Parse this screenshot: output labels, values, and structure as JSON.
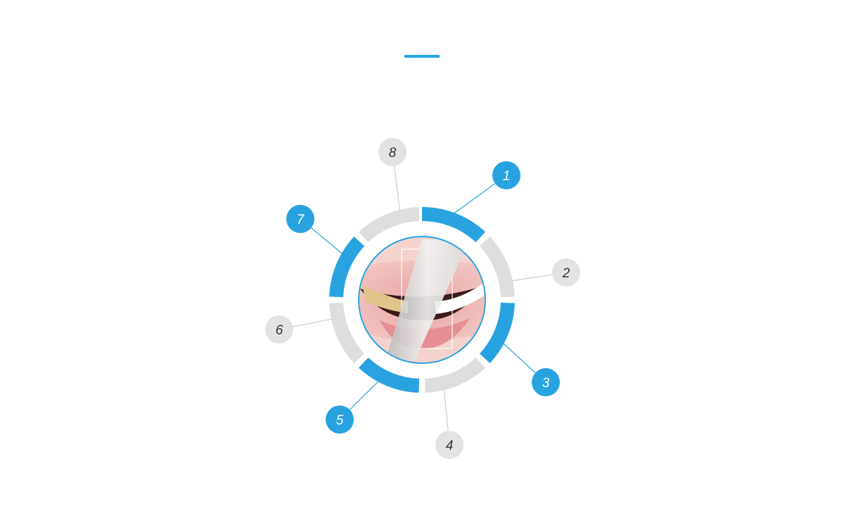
{
  "colors": {
    "accent": "#29a3e0",
    "inactive_ring": "#dedede",
    "inactive_badge": "#e3e3e3",
    "connector_inactive": "#d0d0d0",
    "badge_text_active": "#ffffff",
    "badge_text_inactive": "#333333"
  },
  "steps": [
    {
      "number": "1",
      "active": true
    },
    {
      "number": "2",
      "active": false
    },
    {
      "number": "3",
      "active": true
    },
    {
      "number": "4",
      "active": false
    },
    {
      "number": "5",
      "active": true
    },
    {
      "number": "6",
      "active": false
    },
    {
      "number": "7",
      "active": true
    },
    {
      "number": "8",
      "active": false
    }
  ],
  "center_image": {
    "icon": "teeth-whitening-before-after-photo"
  }
}
